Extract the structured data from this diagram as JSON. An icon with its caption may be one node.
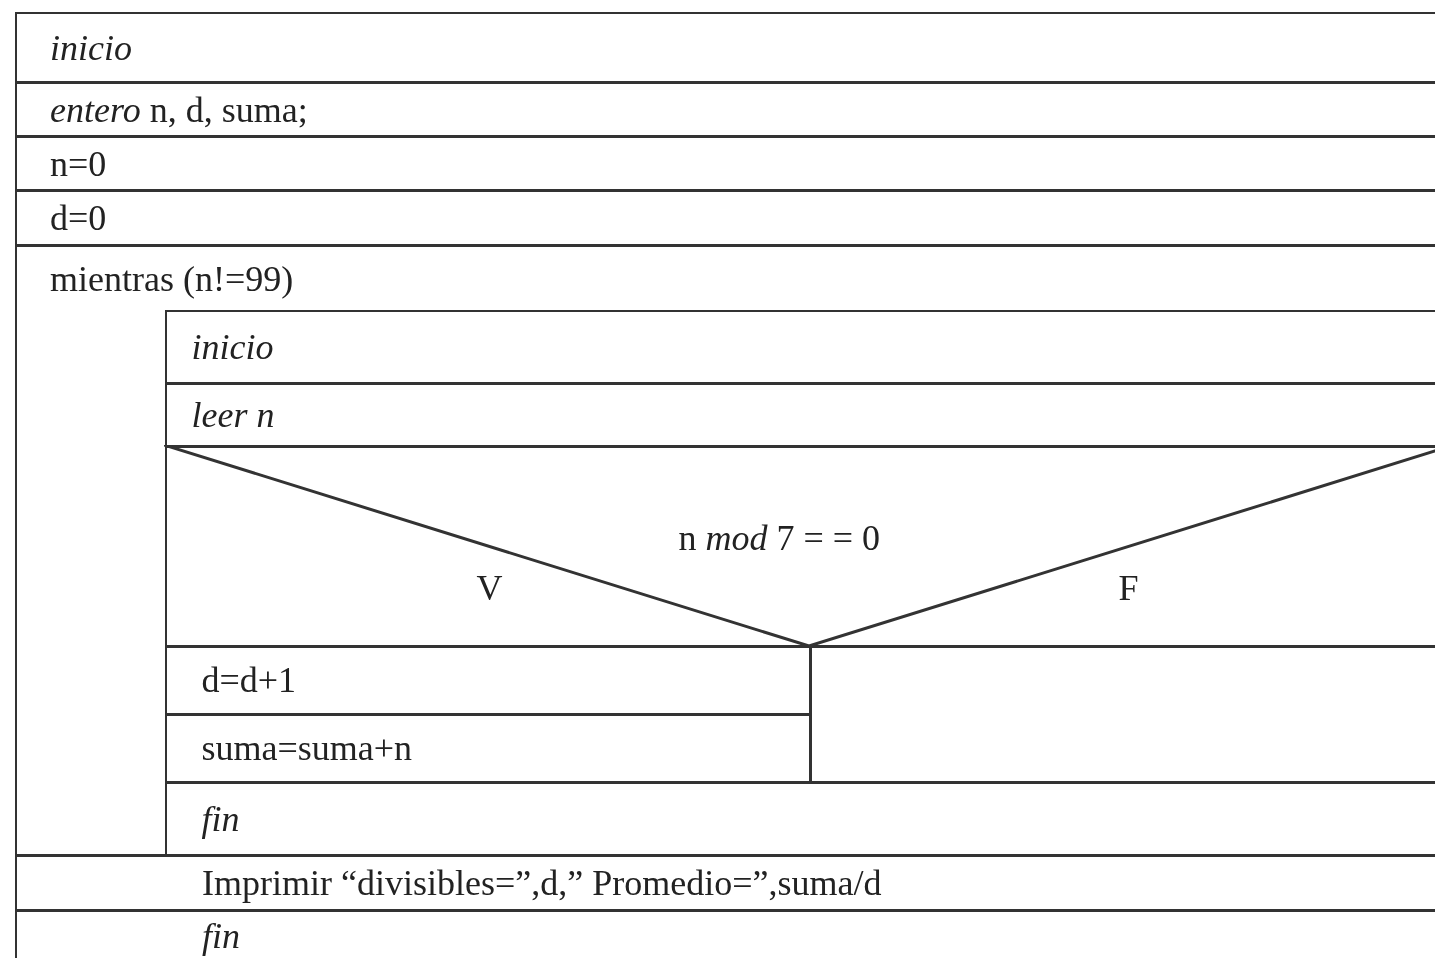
{
  "diagram": {
    "nodes": [
      {
        "text": [
          "inicio"
        ]
      },
      {
        "text": [
          "*entero* n, d, suma;"
        ]
      },
      {
        "text": [
          "n=0"
        ]
      },
      {
        "text": [
          "d=0"
        ]
      },
      {
        "text": [
          "mientras (n!=99)"
        ]
      },
      {
        "text": [
          "inicio"
        ],
        "in": 4
      },
      {
        "text": [
          "leer n"
        ],
        "in": 4
      },
      {
        "text": [
          "n *mod* 7 = = 0",
          "V",
          "F"
        ],
        "in": 4
      },
      {
        "text": [
          "d=d+1"
        ],
        "in": 4
      },
      {
        "text": [
          "suma=suma+n"
        ],
        "in": 4
      },
      {
        "text": [],
        "shape": "box",
        "in": 4
      },
      {
        "text": [
          "fin"
        ],
        "in": 4
      },
      {
        "text": [
          "Imprimir “divisibles=”,d,” Promedio=”,suma/d"
        ]
      },
      {
        "text": [
          "fin"
        ]
      }
    ]
  }
}
